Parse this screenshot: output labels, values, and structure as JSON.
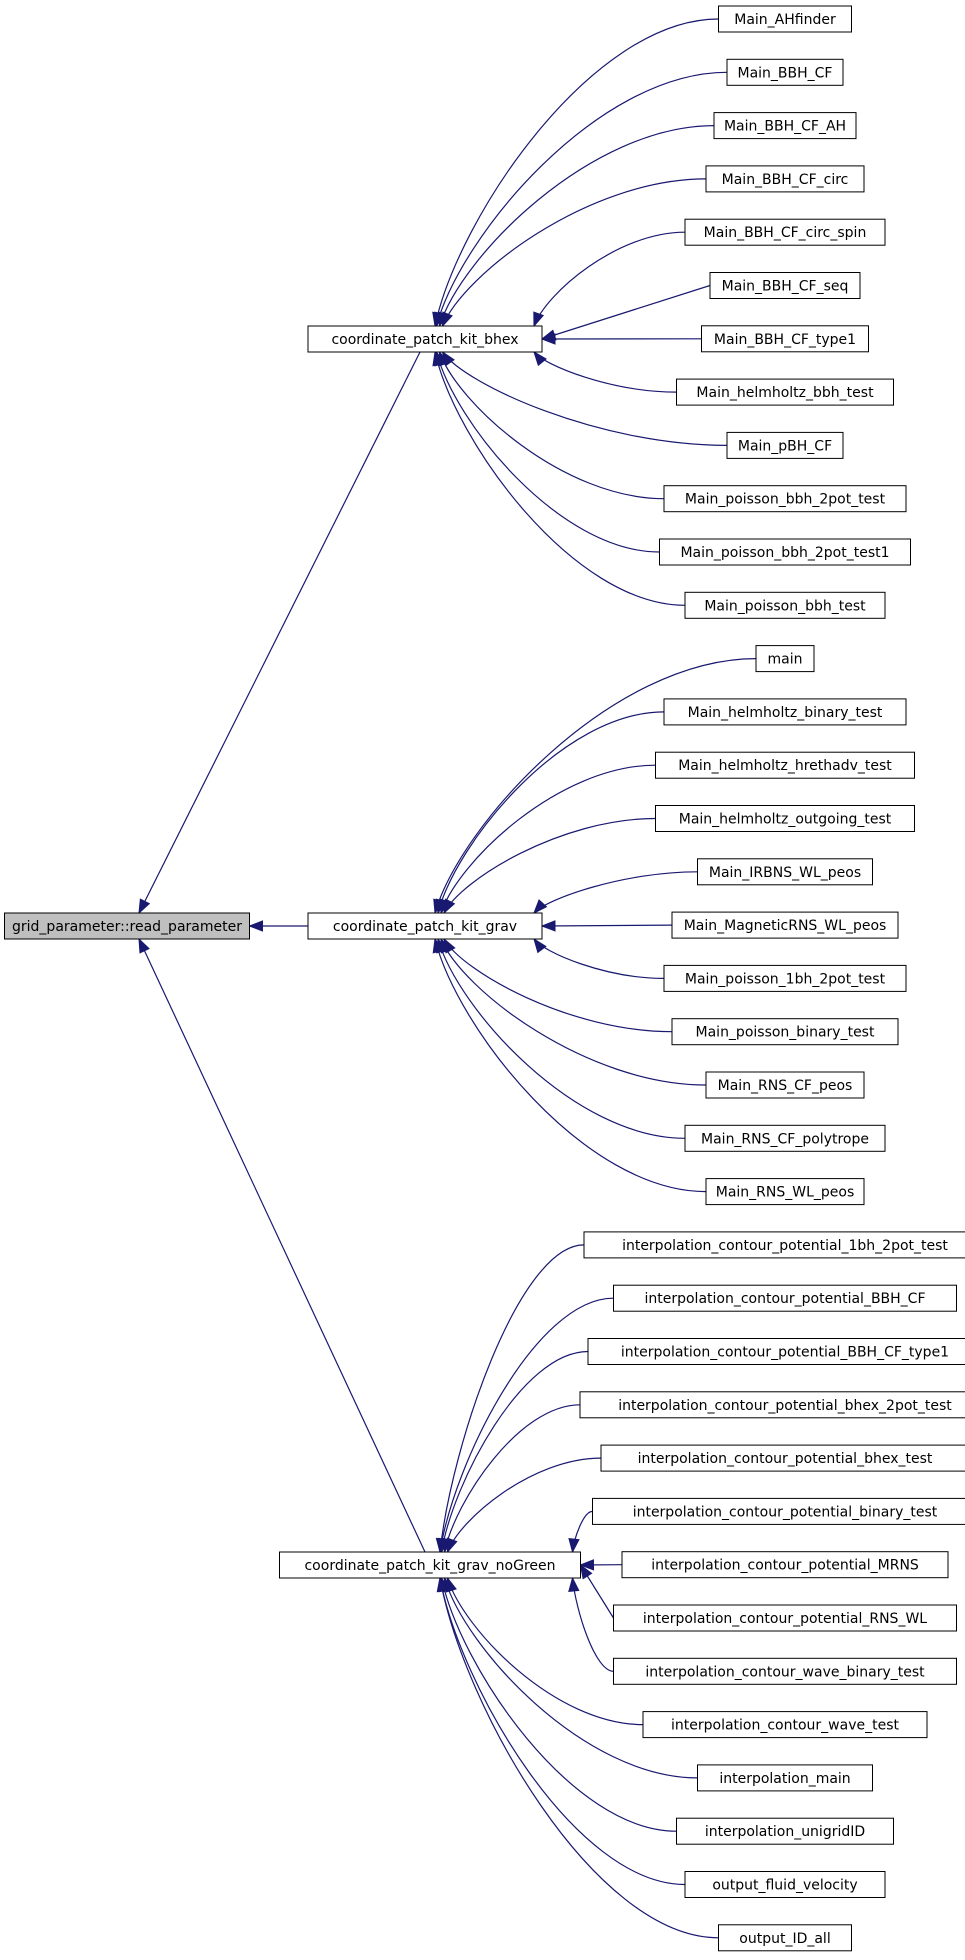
{
  "graph": {
    "root": "grid_parameter::read_parameter",
    "groups": [
      {
        "name": "coordinate_patch_kit_bhex",
        "callers": [
          "Main_AHfinder",
          "Main_BBH_CF",
          "Main_BBH_CF_AH",
          "Main_BBH_CF_circ",
          "Main_BBH_CF_circ_spin",
          "Main_BBH_CF_seq",
          "Main_BBH_CF_type1",
          "Main_helmholtz_bbh_test",
          "Main_pBH_CF",
          "Main_poisson_bbh_2pot_test",
          "Main_poisson_bbh_2pot_test1",
          "Main_poisson_bbh_test"
        ]
      },
      {
        "name": "coordinate_patch_kit_grav",
        "callers": [
          "main",
          "Main_helmholtz_binary_test",
          "Main_helmholtz_hrethadv_test",
          "Main_helmholtz_outgoing_test",
          "Main_IRBNS_WL_peos",
          "Main_MagneticRNS_WL_peos",
          "Main_poisson_1bh_2pot_test",
          "Main_poisson_binary_test",
          "Main_RNS_CF_peos",
          "Main_RNS_CF_polytrope",
          "Main_RNS_WL_peos"
        ]
      },
      {
        "name": "coordinate_patch_kit_grav_noGreen",
        "callers": [
          "interpolation_contour_potential_1bh_2pot_test",
          "interpolation_contour_potential_BBH_CF",
          "interpolation_contour_potential_BBH_CF_type1",
          "interpolation_contour_potential_bhex_2pot_test",
          "interpolation_contour_potential_bhex_test",
          "interpolation_contour_potential_binary_test",
          "interpolation_contour_potential_MRNS",
          "interpolation_contour_potential_RNS_WL",
          "interpolation_contour_wave_binary_test",
          "interpolation_contour_wave_test",
          "interpolation_main",
          "interpolation_unigridID",
          "output_fluid_velocity",
          "output_ID_all"
        ]
      }
    ]
  },
  "colors": {
    "edge": "#191970",
    "root_fill": "#bfbfbf",
    "node_fill": "#ffffff",
    "node_border": "#000000"
  }
}
